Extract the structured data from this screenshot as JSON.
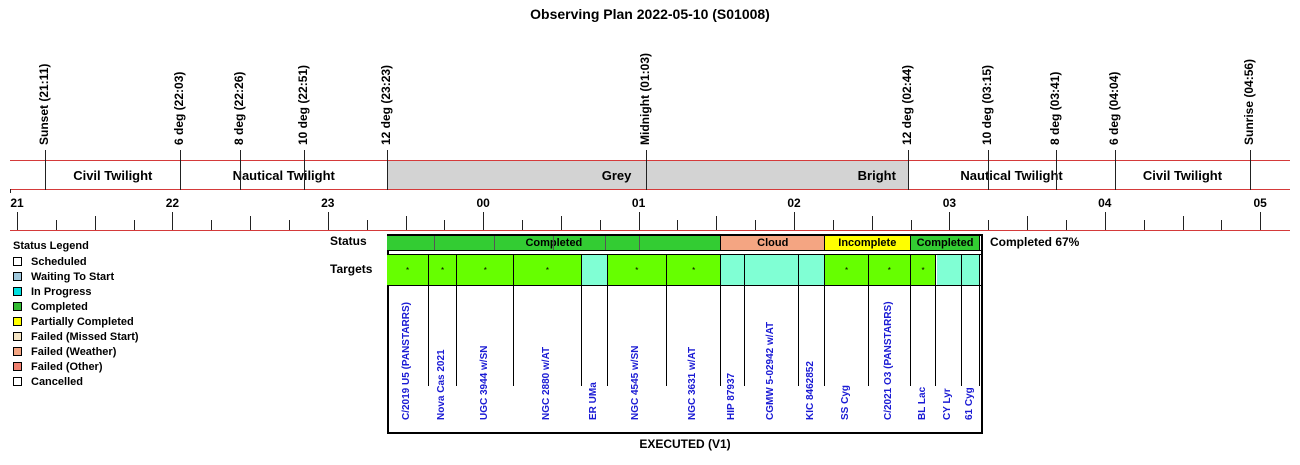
{
  "title": "Observing Plan 2022-05-10 (S01008)",
  "events": [
    {
      "label": "Sunset (21:11)",
      "hour": 21.183
    },
    {
      "label": "6 deg (22:03)",
      "hour": 22.05
    },
    {
      "label": "8 deg (22:26)",
      "hour": 22.433
    },
    {
      "label": "10 deg (22:51)",
      "hour": 22.85
    },
    {
      "label": "12 deg (23:23)",
      "hour": 23.383
    },
    {
      "label": "Midnight (01:03)",
      "hour": 25.05
    },
    {
      "label": "12 deg (02:44)",
      "hour": 26.733
    },
    {
      "label": "10 deg (03:15)",
      "hour": 27.25
    },
    {
      "label": "8 deg (03:41)",
      "hour": 27.683
    },
    {
      "label": "6 deg (04:04)",
      "hour": 28.067
    },
    {
      "label": "Sunrise (04:56)",
      "hour": 28.933
    }
  ],
  "twilight_bands": [
    {
      "label": "Civil Twilight",
      "start": 21.183,
      "end": 22.05,
      "color": "#ffffff"
    },
    {
      "label": "Nautical Twilight",
      "start": 22.05,
      "end": 23.383,
      "color": "#ffffff"
    },
    {
      "label": "Grey",
      "start": 23.383,
      "end": 26.333,
      "color": "#d3d3d3"
    },
    {
      "label": "Bright",
      "start": 26.333,
      "end": 26.733,
      "color": "#d3d3d3"
    },
    {
      "label": "Nautical Twilight",
      "start": 26.733,
      "end": 28.067,
      "color": "#ffffff"
    },
    {
      "label": "Civil Twilight",
      "start": 28.067,
      "end": 28.933,
      "color": "#ffffff"
    }
  ],
  "hours": [
    {
      "label": "21",
      "hour": 21
    },
    {
      "label": "22",
      "hour": 22
    },
    {
      "label": "23",
      "hour": 23
    },
    {
      "label": "00",
      "hour": 24
    },
    {
      "label": "01",
      "hour": 25
    },
    {
      "label": "02",
      "hour": 26
    },
    {
      "label": "03",
      "hour": 27
    },
    {
      "label": "04",
      "hour": 28
    },
    {
      "label": "05",
      "hour": 29
    }
  ],
  "row_labels": {
    "status": "Status",
    "targets": "Targets"
  },
  "status_segments": [
    {
      "label": "Completed",
      "start": 23.383,
      "end": 25.533,
      "color": "#33cc33",
      "subdivisions": [
        23.683,
        24.067,
        24.45,
        24.783,
        25.0
      ]
    },
    {
      "label": "Cloud",
      "start": 25.533,
      "end": 26.2,
      "color": "#f4a582",
      "subdivisions": []
    },
    {
      "label": "Incomplete",
      "start": 26.2,
      "end": 26.75,
      "color": "#ffff00",
      "subdivisions": []
    },
    {
      "label": "Completed",
      "start": 26.75,
      "end": 27.2,
      "color": "#33cc33",
      "subdivisions": []
    }
  ],
  "completion_text": "Completed 67%",
  "targets": [
    {
      "name": "C/2019 U5 (PANSTARRS)",
      "start": 23.383,
      "end": 23.65,
      "color": "#66ff00",
      "mark": "*"
    },
    {
      "name": "Nova Cas 2021",
      "start": 23.65,
      "end": 23.833,
      "color": "#66ff00",
      "mark": "*"
    },
    {
      "name": "UGC 3944 w/SN",
      "start": 23.833,
      "end": 24.2,
      "color": "#66ff00",
      "mark": "*"
    },
    {
      "name": "NGC 2880 w/AT",
      "start": 24.2,
      "end": 24.633,
      "color": "#66ff00",
      "mark": "*"
    },
    {
      "name": "ER UMa",
      "start": 24.633,
      "end": 24.8,
      "color": "#80ffd4",
      "mark": ""
    },
    {
      "name": "NGC 4545 w/SN",
      "start": 24.8,
      "end": 25.183,
      "color": "#66ff00",
      "mark": "*"
    },
    {
      "name": "NGC 3631 w/AT",
      "start": 25.183,
      "end": 25.533,
      "color": "#66ff00",
      "mark": "*"
    },
    {
      "name": "HIP 87937",
      "start": 25.533,
      "end": 25.683,
      "color": "#80ffd4",
      "mark": ""
    },
    {
      "name": "CGMW 5-02942 w/AT",
      "start": 25.683,
      "end": 26.033,
      "color": "#80ffd4",
      "mark": ""
    },
    {
      "name": "KIC 8462852",
      "start": 26.033,
      "end": 26.2,
      "color": "#80ffd4",
      "mark": ""
    },
    {
      "name": "SS Cyg",
      "start": 26.2,
      "end": 26.483,
      "color": "#66ff00",
      "mark": "*"
    },
    {
      "name": "C/2021 O3 (PANSTARRS)",
      "start": 26.483,
      "end": 26.75,
      "color": "#66ff00",
      "mark": "*"
    },
    {
      "name": "BL Lac",
      "start": 26.75,
      "end": 26.917,
      "color": "#66ff00",
      "mark": "*"
    },
    {
      "name": "CY Lyr",
      "start": 26.917,
      "end": 27.083,
      "color": "#80ffd4",
      "mark": ""
    },
    {
      "name": "61 Cyg",
      "start": 27.083,
      "end": 27.2,
      "color": "#80ffd4",
      "mark": ""
    }
  ],
  "legend": {
    "title": "Status Legend",
    "items": [
      {
        "label": "Scheduled",
        "color": "#ffffff"
      },
      {
        "label": "Waiting To Start",
        "color": "#a0c8dc"
      },
      {
        "label": "In Progress",
        "color": "#00e0e0"
      },
      {
        "label": "Completed",
        "color": "#33bb33"
      },
      {
        "label": "Partially Completed",
        "color": "#ffff00"
      },
      {
        "label": "Failed (Missed Start)",
        "color": "#f4e4c4"
      },
      {
        "label": "Failed (Weather)",
        "color": "#f4a582"
      },
      {
        "label": "Failed (Other)",
        "color": "#f08070"
      },
      {
        "label": "Cancelled",
        "color": "#ffffff"
      }
    ]
  },
  "footer": "EXECUTED (V1)"
}
